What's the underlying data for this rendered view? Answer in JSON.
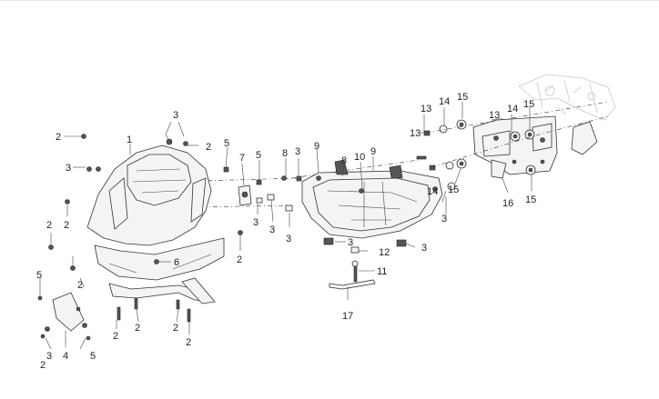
{
  "diagram": {
    "callouts": [
      {
        "id": "c1",
        "text": "1"
      },
      {
        "id": "c2a",
        "text": "2"
      },
      {
        "id": "c2b",
        "text": "2"
      },
      {
        "id": "c2c",
        "text": "2"
      },
      {
        "id": "c2d",
        "text": "2"
      },
      {
        "id": "c2e",
        "text": "2"
      },
      {
        "id": "c2f",
        "text": "2"
      },
      {
        "id": "c2g",
        "text": "2"
      },
      {
        "id": "c2h",
        "text": "2"
      },
      {
        "id": "c2i",
        "text": "2"
      },
      {
        "id": "c2j",
        "text": "2"
      },
      {
        "id": "c2k",
        "text": "2"
      },
      {
        "id": "c3a",
        "text": "3"
      },
      {
        "id": "c3b",
        "text": "3"
      },
      {
        "id": "c3c",
        "text": "3"
      },
      {
        "id": "c3d",
        "text": "3"
      },
      {
        "id": "c3e",
        "text": "3"
      },
      {
        "id": "c3f",
        "text": "3"
      },
      {
        "id": "c3g",
        "text": "3"
      },
      {
        "id": "c3h",
        "text": "3"
      },
      {
        "id": "c3i",
        "text": "3"
      },
      {
        "id": "c3j",
        "text": "3"
      },
      {
        "id": "c4",
        "text": "4"
      },
      {
        "id": "c5a",
        "text": "5"
      },
      {
        "id": "c5b",
        "text": "5"
      },
      {
        "id": "c5c",
        "text": "5"
      },
      {
        "id": "c5d",
        "text": "5"
      },
      {
        "id": "c6",
        "text": "6"
      },
      {
        "id": "c7",
        "text": "7"
      },
      {
        "id": "c8a",
        "text": "8"
      },
      {
        "id": "c8b",
        "text": "8"
      },
      {
        "id": "c9a",
        "text": "9"
      },
      {
        "id": "c9b",
        "text": "9"
      },
      {
        "id": "c10",
        "text": "10"
      },
      {
        "id": "c11",
        "text": "11"
      },
      {
        "id": "c12",
        "text": "12"
      },
      {
        "id": "c13a",
        "text": "13"
      },
      {
        "id": "c13b",
        "text": "13"
      },
      {
        "id": "c13c",
        "text": "13"
      },
      {
        "id": "c14a",
        "text": "14"
      },
      {
        "id": "c14b",
        "text": "14"
      },
      {
        "id": "c14c",
        "text": "14"
      },
      {
        "id": "c15a",
        "text": "15"
      },
      {
        "id": "c15b",
        "text": "15"
      },
      {
        "id": "c15c",
        "text": "15"
      },
      {
        "id": "c15d",
        "text": "15"
      },
      {
        "id": "c16",
        "text": "16"
      },
      {
        "id": "c17",
        "text": "17"
      }
    ]
  }
}
